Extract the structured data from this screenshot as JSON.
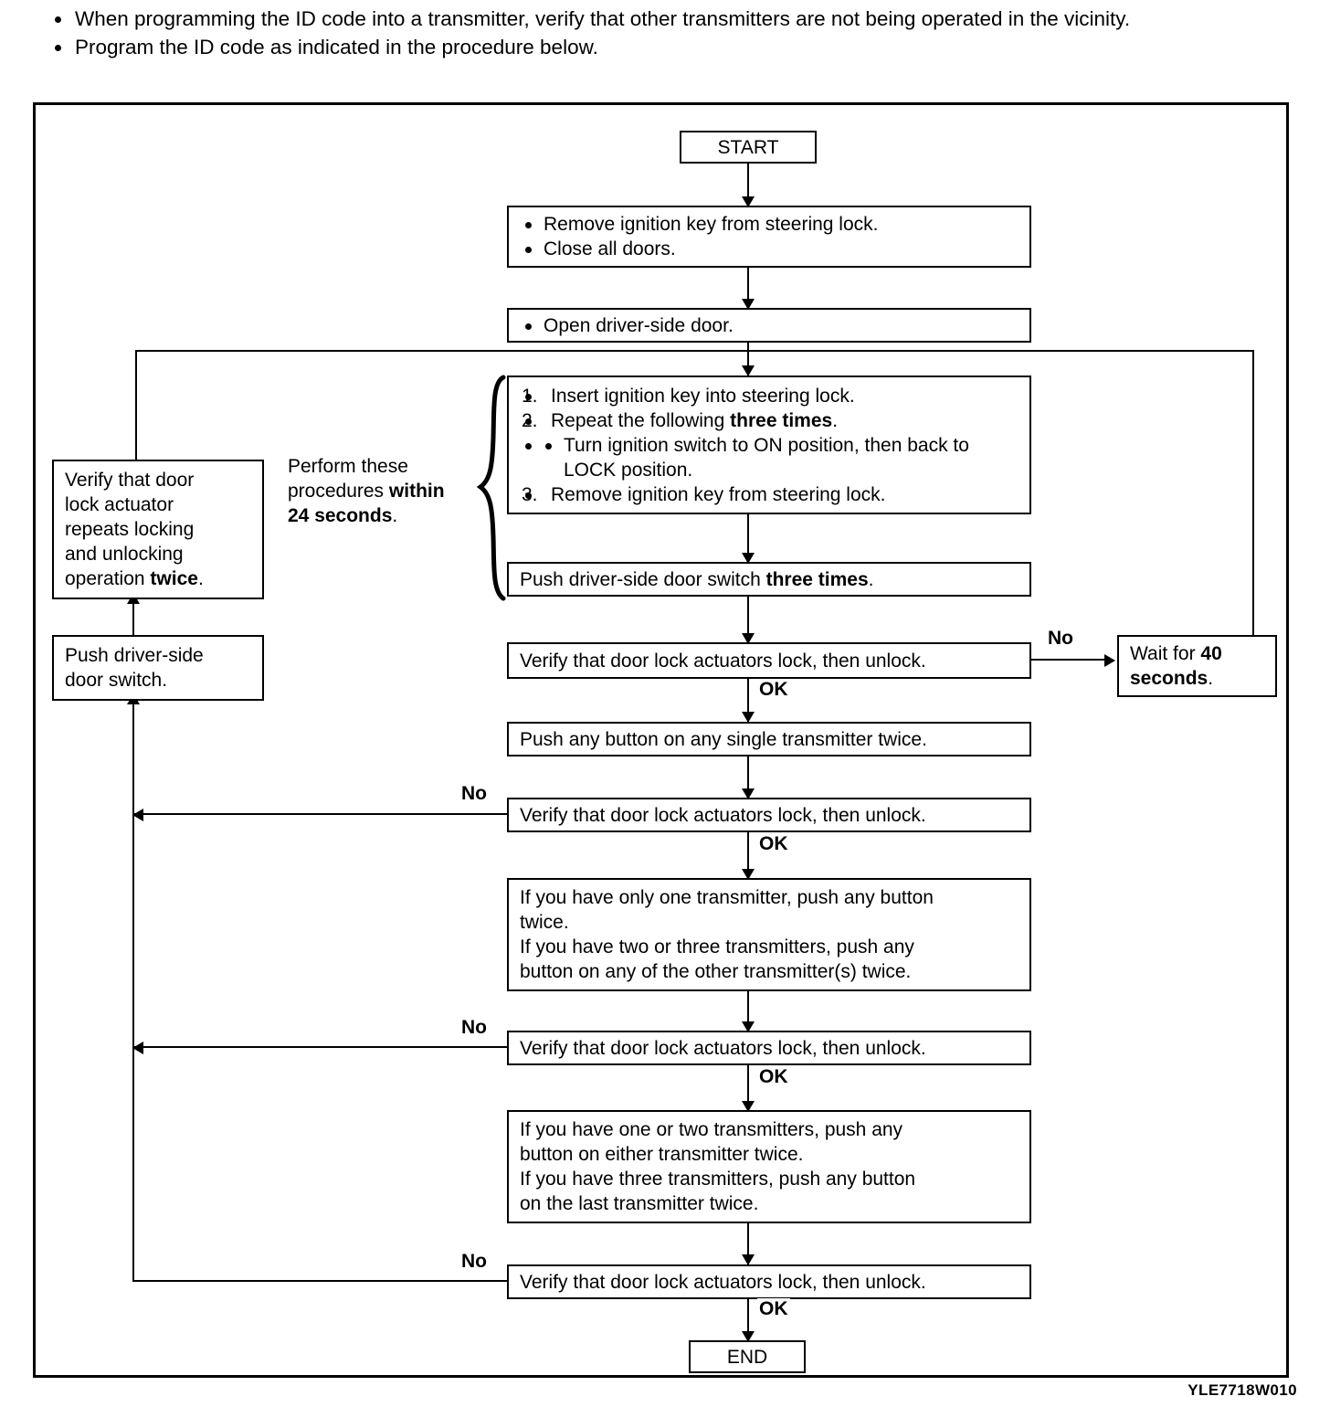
{
  "intro": {
    "bullets": [
      "When programming the ID code into a transmitter, verify that other transmitters are not being operated in the vicinity.",
      "Program the ID code as indicated in the procedure below."
    ]
  },
  "flowchart": {
    "title": "Transmitter ID code programming procedure",
    "type": "flowchart",
    "reference_code": "YLE7718W010",
    "nodes": {
      "start": {
        "label": "START"
      },
      "prep": {
        "bullets": [
          "Remove ignition key from steering lock.",
          "Close all doors."
        ]
      },
      "open_door": {
        "bullets": [
          "Open driver-side door."
        ]
      },
      "key_steps": {
        "items": [
          {
            "num": "1.",
            "text": "Insert ignition key into steering lock."
          },
          {
            "num": "2.",
            "text_plain": "Repeat the following ",
            "text_bold": "three times",
            "text_tail": "."
          },
          {
            "sub": "Turn ignition switch to ON position, then back to LOCK position."
          },
          {
            "num": "3.",
            "text": "Remove ignition key from steering lock."
          }
        ]
      },
      "push_switch_three": {
        "plain": "Push driver-side door switch ",
        "bold": "three times",
        "tail": "."
      },
      "verify1": {
        "label": "Verify that door lock actuators lock, then unlock."
      },
      "wait40": {
        "plain": "Wait for ",
        "bold": "40",
        "tail": "",
        "line2_bold": "seconds",
        "line2_tail": "."
      },
      "push_single": {
        "label": "Push any button on any single transmitter twice."
      },
      "verify2": {
        "label": "Verify that door lock actuators lock, then unlock."
      },
      "tx_box_1": {
        "line1": "If you have only one transmitter, push any button",
        "line2": "twice.",
        "line3": "If you have two or three transmitters, push any",
        "line4": "button on any of the other transmitter(s) twice."
      },
      "verify3": {
        "label": "Verify that door lock actuators lock, then unlock."
      },
      "tx_box_2": {
        "line1": "If you have one or two transmitters, push any",
        "line2": "button on either transmitter twice.",
        "line3": "If you have three transmitters, push any button",
        "line4": "on the last transmitter twice."
      },
      "verify4": {
        "label": "Verify that door lock actuators lock, then unlock."
      },
      "end": {
        "label": "END"
      },
      "verify_repeat": {
        "line1": "Verify that door",
        "line2": "lock actuator",
        "line3": "repeats locking",
        "line4": "and unlocking",
        "line5_plain": "operation ",
        "line5_bold": "twice",
        "line5_tail": "."
      },
      "push_switch": {
        "line1": "Push driver-side",
        "line2": "door switch."
      }
    },
    "annotations": {
      "side_note": {
        "line1": "Perform these",
        "line2_plain": "procedures ",
        "line2_bold": "within",
        "line3_bold": "24 seconds",
        "line3_tail": "."
      }
    },
    "edge_labels": {
      "ok1": "OK",
      "ok2": "OK",
      "ok3": "OK",
      "ok4": "OK",
      "no1": "No",
      "no2": "No",
      "no3": "No",
      "no4": "No"
    }
  }
}
